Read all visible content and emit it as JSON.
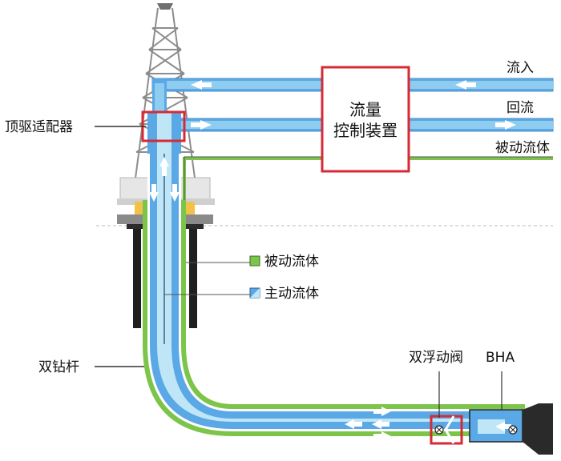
{
  "labels": {
    "top_drive_adapter": "顶驱适配器",
    "flow_control_line1": "流量",
    "flow_control_line2": "控制装置",
    "inflow": "流入",
    "return_flow": "回流",
    "passive_fluid_right": "被动流体",
    "passive_fluid_legend": "被动流体",
    "active_fluid_legend": "主动流体",
    "dual_drill_pipe": "双钻杆",
    "dual_float_valve": "双浮动阀",
    "bha": "BHA"
  },
  "colors": {
    "active_fluid": "#5aa8e6",
    "active_fluid_light": "#bfe6f7",
    "passive_fluid": "#7cc44a",
    "highlight_box": "#d62a35",
    "casing": "#1f1f1f",
    "derrick": "#8d8d8d"
  }
}
